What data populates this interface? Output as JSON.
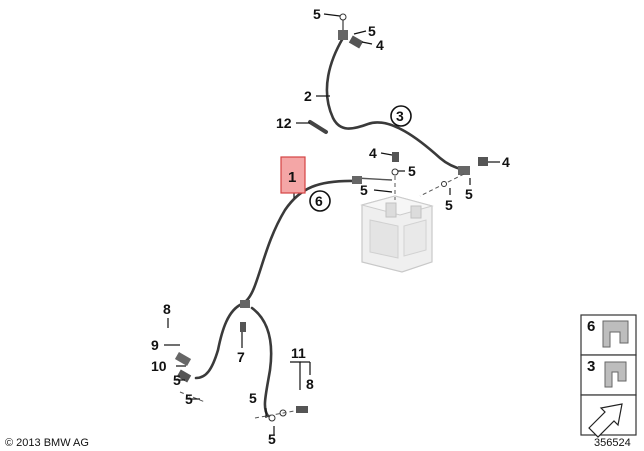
{
  "diagram": {
    "callouts": {
      "c5_top_left": "5",
      "c5_top_right": "5",
      "c4_top": "4",
      "c2": "2",
      "c3_circle": "3",
      "c12": "12",
      "c4_mid": "4",
      "c5_mid_a": "5",
      "c5_mid_b": "5",
      "c4_right": "4",
      "c5_right": "5",
      "c5_right_low": "5",
      "c1_highlight": "1",
      "c6_circle": "6",
      "c8_left": "8",
      "c9": "9",
      "c10": "10",
      "c5_left_a": "5",
      "c5_left_b": "5",
      "c7": "7",
      "c11": "11",
      "c8_right": "8",
      "c5_bottom_a": "5",
      "c5_bottom_b": "5"
    },
    "legend": {
      "item_top": "6",
      "item_mid": "3"
    },
    "copyright": "© 2013 BMW AG",
    "part_number": "356524",
    "highlight_color": "#f4a6a6",
    "highlight_border": "#d44444"
  }
}
